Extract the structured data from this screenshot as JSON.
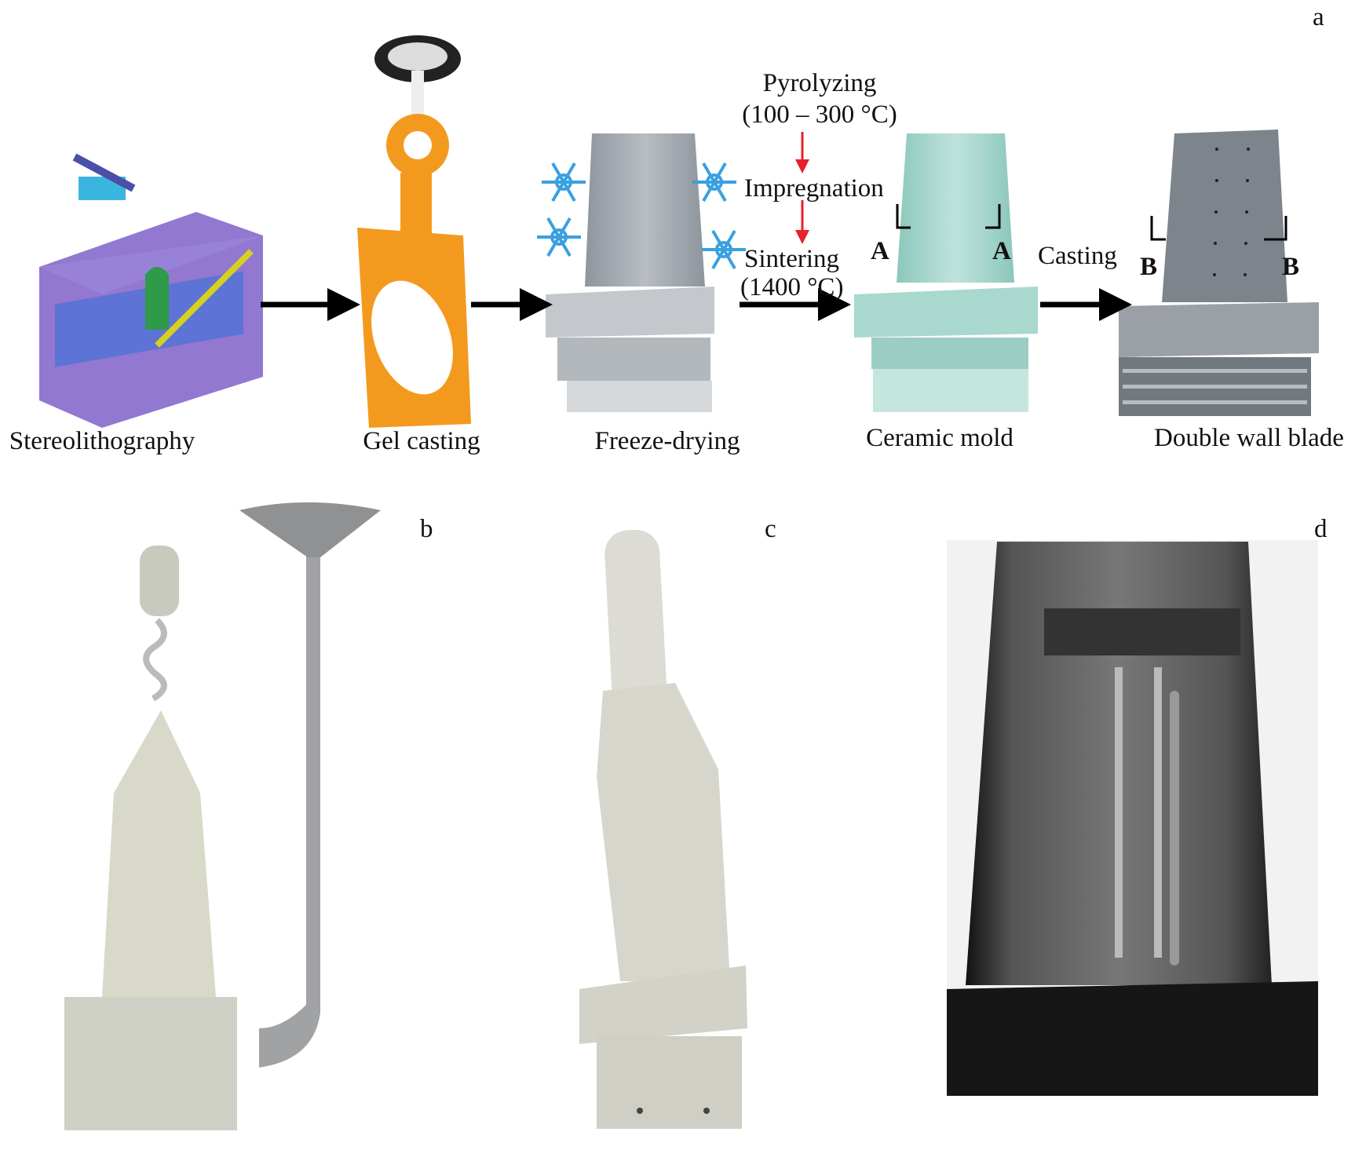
{
  "panel_labels": {
    "a": "a",
    "b": "b",
    "c": "c",
    "d": "d"
  },
  "steps": [
    {
      "label": "Stereolithography"
    },
    {
      "label": "Gel casting"
    },
    {
      "label": "Freeze-drying"
    },
    {
      "label": "Ceramic mold"
    },
    {
      "label": "Double wall blade"
    }
  ],
  "process": {
    "pyrolyzing": "Pyrolyzing",
    "pyrolyzing_temp": "(100 – 300 °C)",
    "impregnation": "Impregnation",
    "sintering": "Sintering",
    "sintering_temp": "(1400 °C)",
    "casting": "Casting"
  },
  "section_marks": {
    "a": "A",
    "b": "B"
  },
  "colors": {
    "arrow": "#000000",
    "process_arrow": "#e8202a",
    "ceramic": "#a9d8cf",
    "wax": "#a6abb2",
    "resin": "#7f60c8",
    "gel": "#f39a1e",
    "snowflake": "#3aa0e0"
  }
}
